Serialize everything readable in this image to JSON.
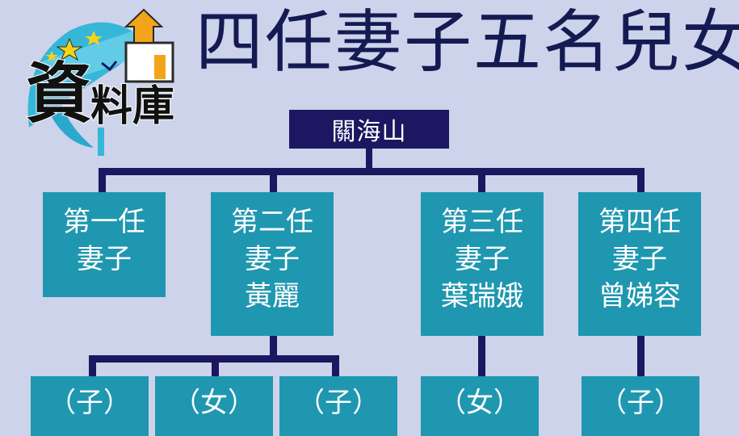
{
  "logo": {
    "big": "資",
    "small": "料庫"
  },
  "title": "四任妻子五名兒女",
  "root": {
    "label": "關海山"
  },
  "wives": [
    {
      "ordinal": "第一任",
      "role": "妻子",
      "name": ""
    },
    {
      "ordinal": "第二任",
      "role": "妻子",
      "name": "黃麗"
    },
    {
      "ordinal": "第三任",
      "role": "妻子",
      "name": "葉瑞娥"
    },
    {
      "ordinal": "第四任",
      "role": "妻子",
      "name": "曾娣容"
    }
  ],
  "children": [
    {
      "gender": "（子）"
    },
    {
      "gender": "（女）"
    },
    {
      "gender": "（子）"
    },
    {
      "gender": "（女）"
    },
    {
      "gender": "（子）"
    }
  ],
  "colors": {
    "box": "#1f97b0",
    "root": "#1b1760",
    "title": "#141a52",
    "background": "#cdd3ea"
  }
}
